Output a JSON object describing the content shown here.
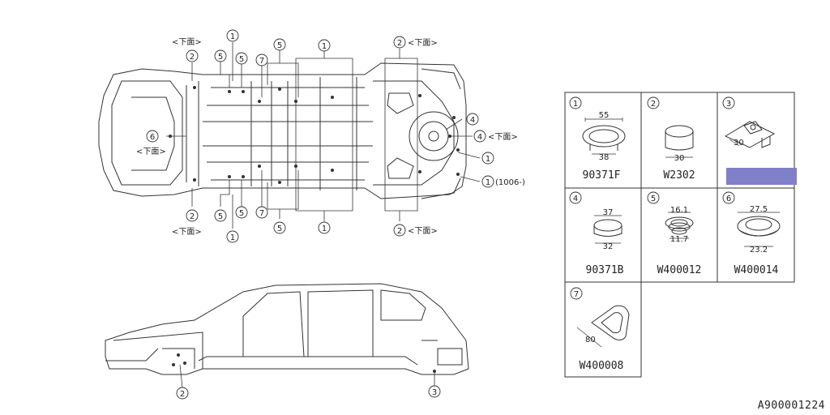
{
  "labels": {
    "bottom_face": "<下面>",
    "pos_1006": "(1006-)"
  },
  "callouts": [
    "1",
    "2",
    "3",
    "4",
    "5",
    "6",
    "7"
  ],
  "parts_table": [
    {
      "num": "1",
      "part_no": "90371F",
      "dims": [
        "55",
        "38"
      ]
    },
    {
      "num": "2",
      "part_no": "W2302",
      "dims": [
        "30"
      ]
    },
    {
      "num": "3",
      "part_no": "",
      "dims": [
        "30"
      ],
      "highlight": "#8080c8"
    },
    {
      "num": "4",
      "part_no": "90371B",
      "dims": [
        "37",
        "32"
      ]
    },
    {
      "num": "5",
      "part_no": "W400012",
      "dims": [
        "16.1",
        "11.7"
      ]
    },
    {
      "num": "6",
      "part_no": "W400014",
      "dims": [
        "27.5",
        "23.2"
      ]
    },
    {
      "num": "7",
      "part_no": "W400008",
      "dims": [
        "80"
      ]
    }
  ],
  "reference": "A900001224"
}
